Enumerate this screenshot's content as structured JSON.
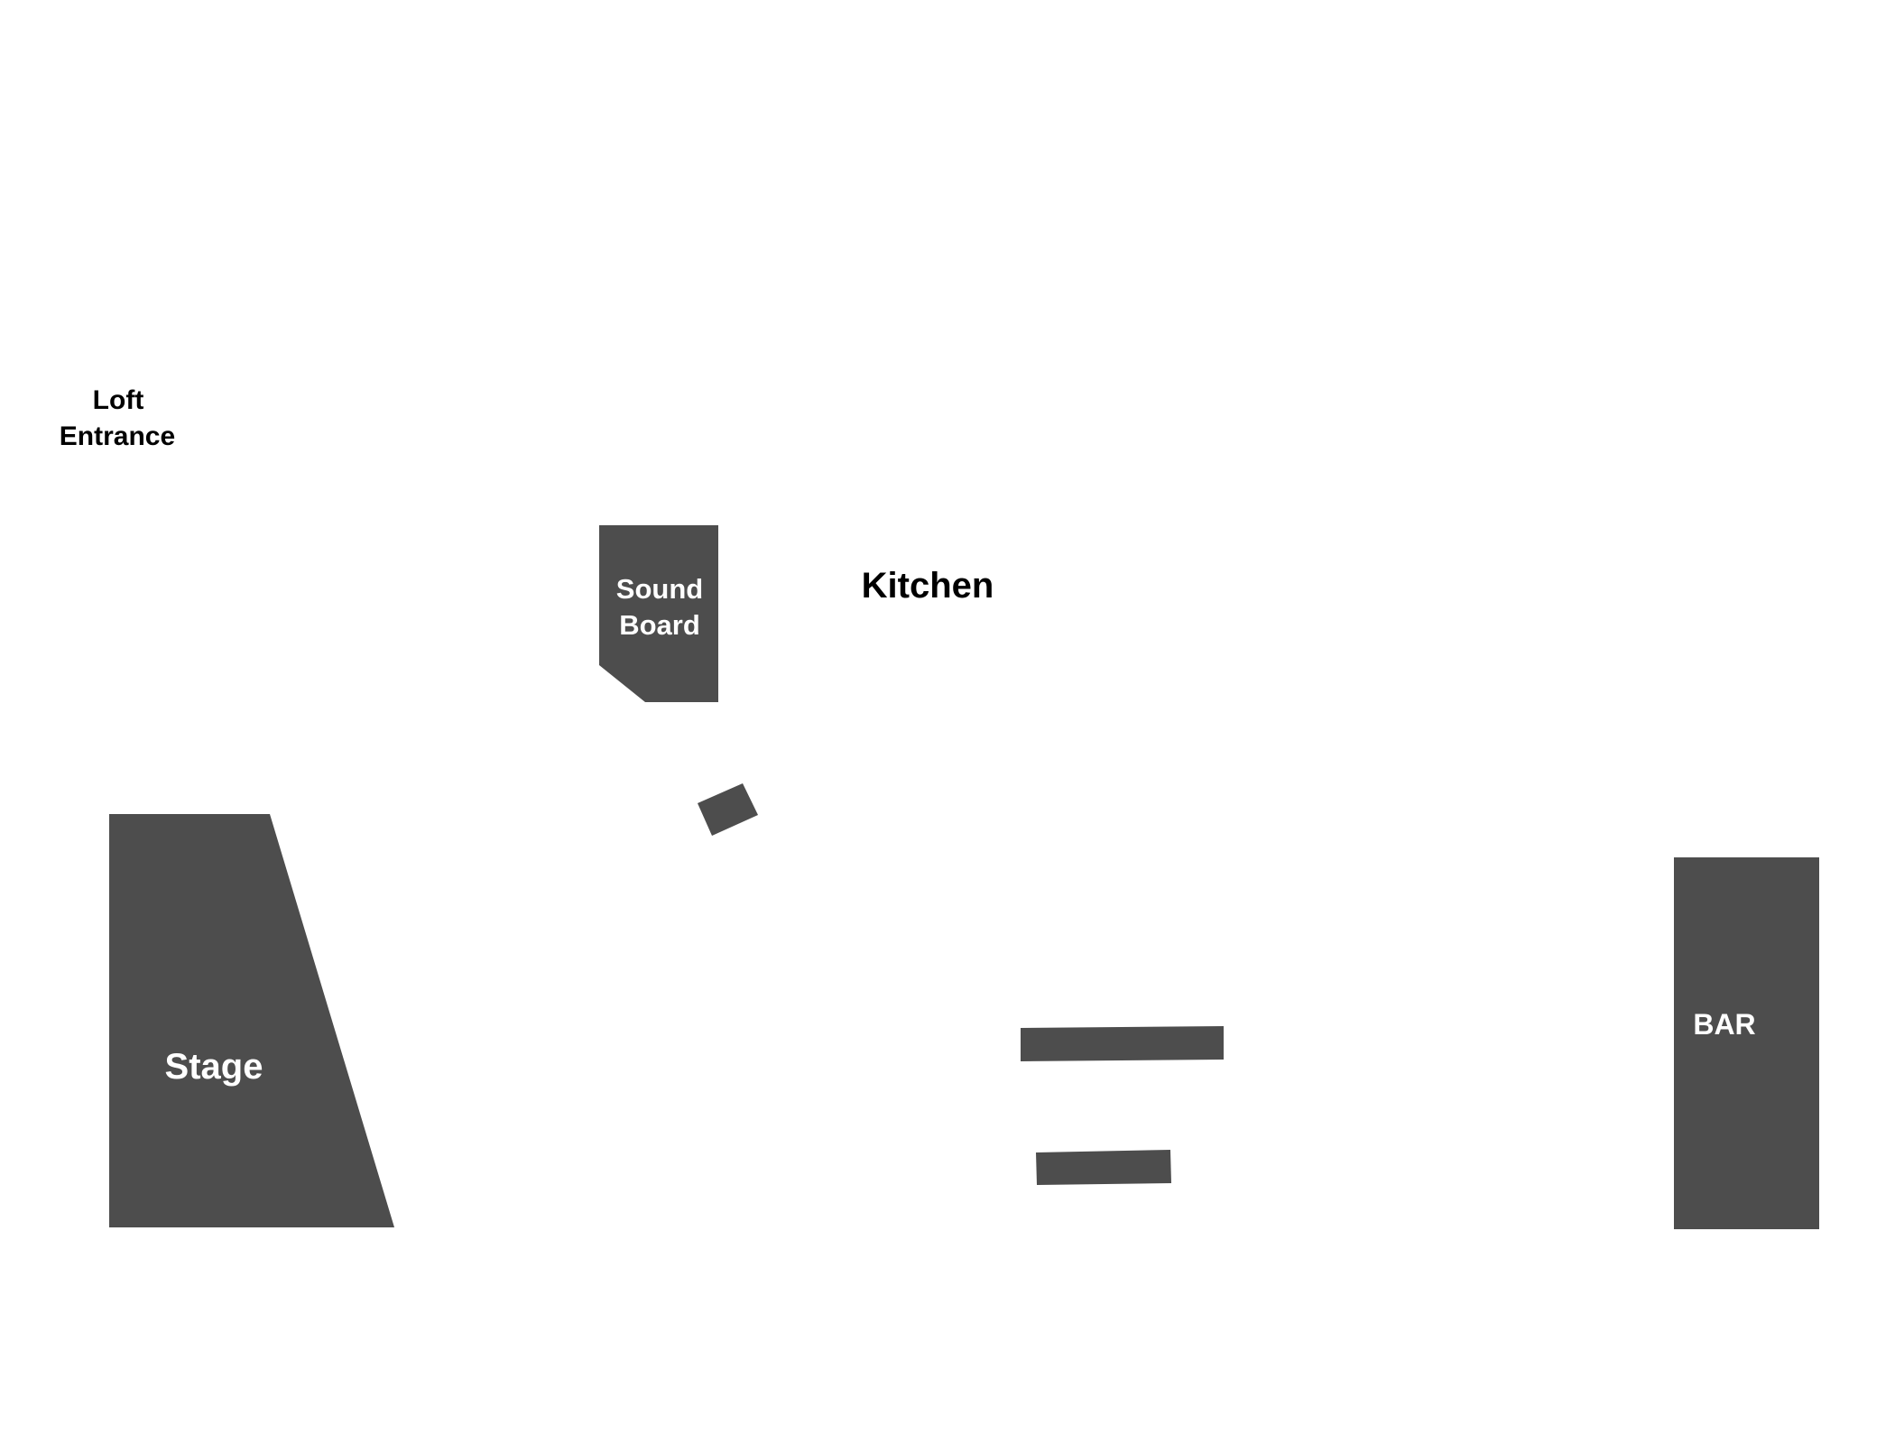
{
  "colors": {
    "background": "#ffffff",
    "shape_fill": "#4d4d4d",
    "label_on_shape": "#ffffff",
    "label_on_background": "#000000"
  },
  "labels": {
    "loft_entrance_line1": "Loft",
    "loft_entrance_line2": "Entrance",
    "sound_board_line1": "Sound",
    "sound_board_line2": "Board",
    "kitchen": "Kitchen",
    "stage": "Stage",
    "bar": "BAR"
  }
}
